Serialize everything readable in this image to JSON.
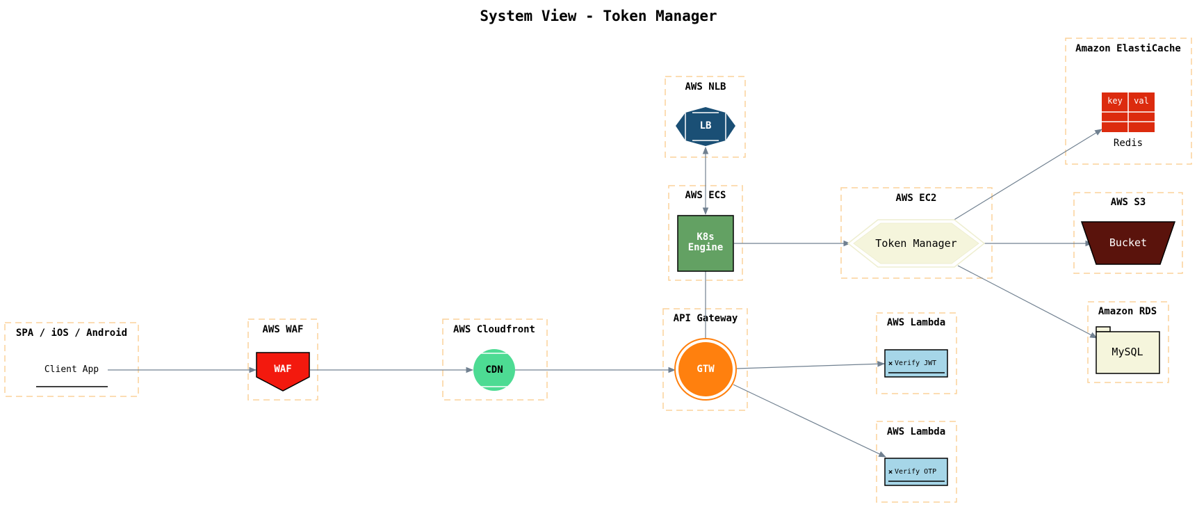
{
  "title": "System View - Token Manager",
  "clusters": {
    "client": "SPA / iOS / Android",
    "waf": "AWS WAF",
    "cloudfront": "AWS Cloudfront",
    "apigw": "API Gateway",
    "nlb": "AWS NLB",
    "ecs": "AWS ECS",
    "ec2": "AWS EC2",
    "lambda_jwt": "AWS Lambda",
    "lambda_otp": "AWS Lambda",
    "elasticache": "Amazon ElastiCache",
    "s3": "AWS S3",
    "rds": "Amazon RDS"
  },
  "nodes": {
    "client": "Client App",
    "waf": "WAF",
    "cdn": "CDN",
    "gtw": "GTW",
    "lb": "LB",
    "k8s_line1": "K8s",
    "k8s_line2": "Engine",
    "token_manager": "Token Manager",
    "redis": "Redis",
    "redis_key": "key",
    "redis_val": "val",
    "bucket": "Bucket",
    "mysql": "MySQL",
    "verify_jwt": "Verify JWT",
    "verify_otp": "Verify OTP"
  },
  "colors": {
    "cluster_border": "#fcd29a",
    "edge": "#708090",
    "waf": "#f3190e",
    "cdn": "#4ddb93",
    "gtw": "#ff800e",
    "lb": "#1a4f75",
    "k8s": "#63a163",
    "token_manager": "#f5f5dc",
    "redis": "#dc2b0e",
    "bucket": "#5a130c",
    "mysql": "#f5f5dc",
    "lambda": "#a6d6e8"
  }
}
